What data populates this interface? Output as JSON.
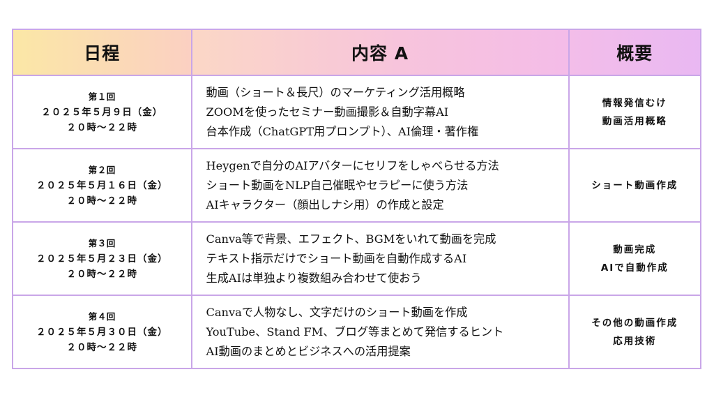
{
  "header": {
    "date": "日程",
    "content": "内容 A",
    "summary": "概要"
  },
  "rows": [
    {
      "round": "第１回",
      "date": "２０２５年５月９日（金）",
      "time": "２０時～２２時",
      "content": [
        "動画（ショート＆長尺）のマーケティング活用概略",
        "ZOOMを使ったセミナー動画撮影＆自動字幕AI",
        "台本作成（ChatGPT用プロンプト）、AI倫理・著作権"
      ],
      "summary": [
        "情報発信むけ",
        "動画活用概略"
      ]
    },
    {
      "round": "第２回",
      "date": "２０２５年５月１６日（金）",
      "time": "２０時～２２時",
      "content": [
        "Heygenで自分のAIアバターにセリフをしゃべらせる方法",
        "ショート動画をNLP自己催眠やセラピーに使う方法",
        "AIキャラクター（顔出しナシ用）の作成と設定"
      ],
      "summary": [
        "ショート動画作成"
      ]
    },
    {
      "round": "第３回",
      "date": "２０２５年５月２３日（金）",
      "time": "２０時～２２時",
      "content": [
        "Canva等で背景、エフェクト、BGMをいれて動画を完成",
        "テキスト指示だけでショート動画を自動作成するAI",
        "生成AIは単独より複数組み合わせて使おう"
      ],
      "summary": [
        "動画完成",
        "AIで自動作成"
      ]
    },
    {
      "round": "第４回",
      "date": "２０２５年５月３０日（金）",
      "time": "２０時～２２時",
      "content": [
        "Canvaで人物なし、文字だけのショート動画を作成",
        "YouTube、Stand FM、ブログ等まとめて発信するヒント",
        "AI動画のまとめとビジネスへの活用提案"
      ],
      "summary": [
        "その他の動画作成",
        "応用技術"
      ]
    }
  ],
  "colors": {
    "border": "#c9a6e8",
    "header_gradient_start": "#fbe7a6",
    "header_gradient_mid": "#f7c4dc",
    "header_gradient_end": "#e9b8f2"
  }
}
